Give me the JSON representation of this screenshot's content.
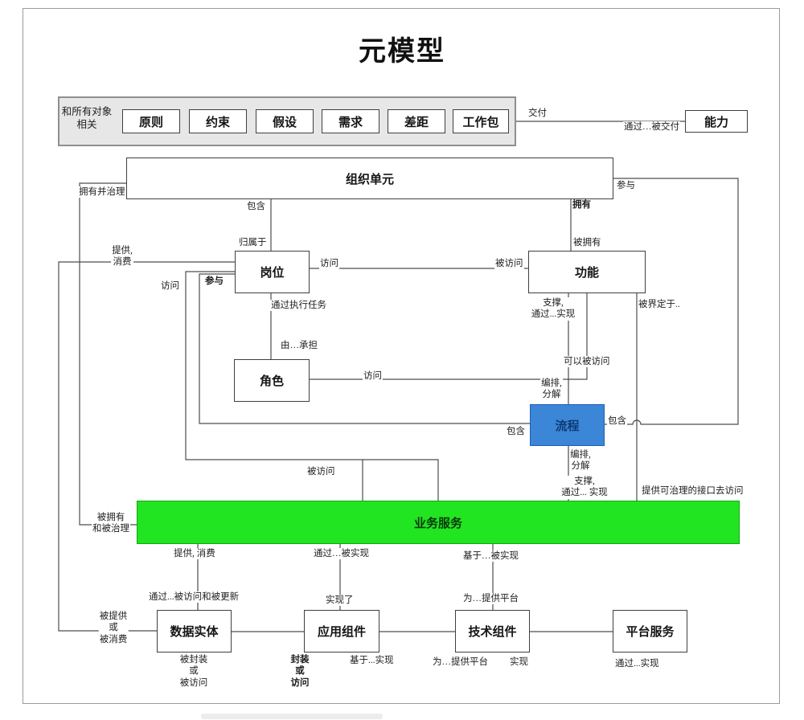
{
  "title": "元模型",
  "group": {
    "label": "和所有对象\n相关"
  },
  "colors": {
    "process_fill": "#3c86d8",
    "process_border": "#1e5fae",
    "process_text": "#0d3a75",
    "service_fill": "#21e521",
    "service_border": "#0fa60f",
    "service_text": "#0a3a0a",
    "group_fill": "#e7e7e7",
    "line": "#4d4d4d"
  },
  "nodes": {
    "principle": {
      "label": "原则"
    },
    "constraint": {
      "label": "约束"
    },
    "assumption": {
      "label": "假设"
    },
    "requirement": {
      "label": "需求"
    },
    "gap": {
      "label": "差距"
    },
    "work_package": {
      "label": "工作包"
    },
    "capability": {
      "label": "能力"
    },
    "org_unit": {
      "label": "组织单元"
    },
    "position": {
      "label": "岗位"
    },
    "function": {
      "label": "功能"
    },
    "role": {
      "label": "角色"
    },
    "process": {
      "label": "流程"
    },
    "business_service": {
      "label": "业务服务"
    },
    "data_entity": {
      "label": "数据实体"
    },
    "app_component": {
      "label": "应用组件"
    },
    "tech_component": {
      "label": "技术组件"
    },
    "platform_service": {
      "label": "平台服务"
    }
  },
  "edge_labels": [
    {
      "id": "deliver",
      "text": "交付"
    },
    {
      "id": "delivered_via",
      "text": "通过…被交付"
    },
    {
      "id": "own_govern",
      "text": "拥有并治理"
    },
    {
      "id": "contain_org",
      "text": "包含"
    },
    {
      "id": "belong_to",
      "text": "归属于"
    },
    {
      "id": "own",
      "text": "拥有"
    },
    {
      "id": "owned",
      "text": "被拥有"
    },
    {
      "id": "provide_consume",
      "text": "提供,\n消费"
    },
    {
      "id": "access_pos_biz",
      "text": "访问"
    },
    {
      "id": "participate_pos",
      "text": "参与"
    },
    {
      "id": "access_pos_fn",
      "text": "访问"
    },
    {
      "id": "accessed_fn",
      "text": "被访问"
    },
    {
      "id": "via_task",
      "text": "通过执行任务"
    },
    {
      "id": "by_undertake",
      "text": "由…承担"
    },
    {
      "id": "participate_org",
      "text": "参与"
    },
    {
      "id": "defined_by",
      "text": "被界定于.."
    },
    {
      "id": "support_via_fn",
      "text": "支撑,\n通过...实现"
    },
    {
      "id": "can_be_accessed",
      "text": "可以被访问"
    },
    {
      "id": "access_role",
      "text": "访问"
    },
    {
      "id": "orchestrate_fn",
      "text": "编排,\n分解"
    },
    {
      "id": "contain_left",
      "text": "包含"
    },
    {
      "id": "contain_right",
      "text": "包含"
    },
    {
      "id": "orchestrate_proc",
      "text": "编排,\n分解"
    },
    {
      "id": "support_via_proc",
      "text": "支撑,\n通过... 实现"
    },
    {
      "id": "accessed_biz",
      "text": "被访问"
    },
    {
      "id": "owned_governed",
      "text": "被拥有\n和被治理"
    },
    {
      "id": "interface_access",
      "text": "提供可治理的接口去访问"
    },
    {
      "id": "provide_consume_2",
      "text": "提供, 消费"
    },
    {
      "id": "via_realized",
      "text": "通过…被实现"
    },
    {
      "id": "based_realized",
      "text": "基于…被实现"
    },
    {
      "id": "via_accessed_updated",
      "text": "通过...被访问和被更新"
    },
    {
      "id": "realized",
      "text": "实现了"
    },
    {
      "id": "provide_platform_1",
      "text": "为…提供平台"
    },
    {
      "id": "provided_consumed",
      "text": "被提供\n或\n被消费"
    },
    {
      "id": "encapsulated",
      "text": "被封装\n或\n被访问"
    },
    {
      "id": "encapsulate",
      "text": "封装\n或\n访问"
    },
    {
      "id": "based_realize",
      "text": "基于...实现"
    },
    {
      "id": "provide_platform_2",
      "text": "为…提供平台"
    },
    {
      "id": "realize",
      "text": "实现"
    },
    {
      "id": "via_realize",
      "text": "通过...实现"
    }
  ]
}
